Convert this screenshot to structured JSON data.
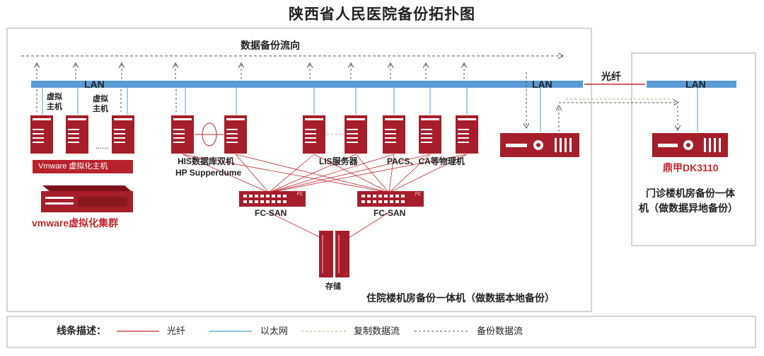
{
  "page": {
    "title": "陕西省人民医院备份拓扑图"
  },
  "main_site": {
    "caption": "住院楼机房备份一体机（做数据本地备份）",
    "flow_label": "数据备份流向",
    "lan_label": "LAN",
    "lan_right_label": "LAN",
    "virtual_host_labels": [
      "虚拟\n主机",
      "虚拟\n主机"
    ],
    "ellipsis": "......",
    "vmware_bar_label": "Vmware 虚拟化主机",
    "vmware_cluster_label": "vmware虚拟化集群",
    "his_label_1": "HIS数据库双机",
    "his_label_2": "HP Supperdume",
    "lis_label": "LIS服务器",
    "pacs_label": "PACS、CA等物理机",
    "fc_san_labels": [
      "FC-SAN",
      "FC-SAN"
    ],
    "switch_tag": "FC",
    "storage_label": "存储"
  },
  "link": {
    "fiber_label": "光纤"
  },
  "remote_site": {
    "lan_label": "LAN",
    "device_label": "鼎甲DK3110",
    "caption_line1": "门诊楼机房备份一体",
    "caption_line2": "机（做数据异地备份）"
  },
  "legend": {
    "title": "线条描述：",
    "items": [
      {
        "label": "光纤",
        "style": "fiber",
        "color": "#c0282f"
      },
      {
        "label": "以太网",
        "style": "ethernet",
        "color": "#4a9fd0"
      },
      {
        "label": "复制数据流",
        "style": "replication",
        "color": "#c8a070"
      },
      {
        "label": "备份数据流",
        "style": "backup",
        "color": "#555555"
      }
    ]
  },
  "colors": {
    "device_red": "#a61e2a",
    "lan_blue": "#5b9bd5",
    "fiber_red": "#c0282f",
    "ethernet_blue": "#4a9fd0",
    "frame_gray": "#999999"
  }
}
